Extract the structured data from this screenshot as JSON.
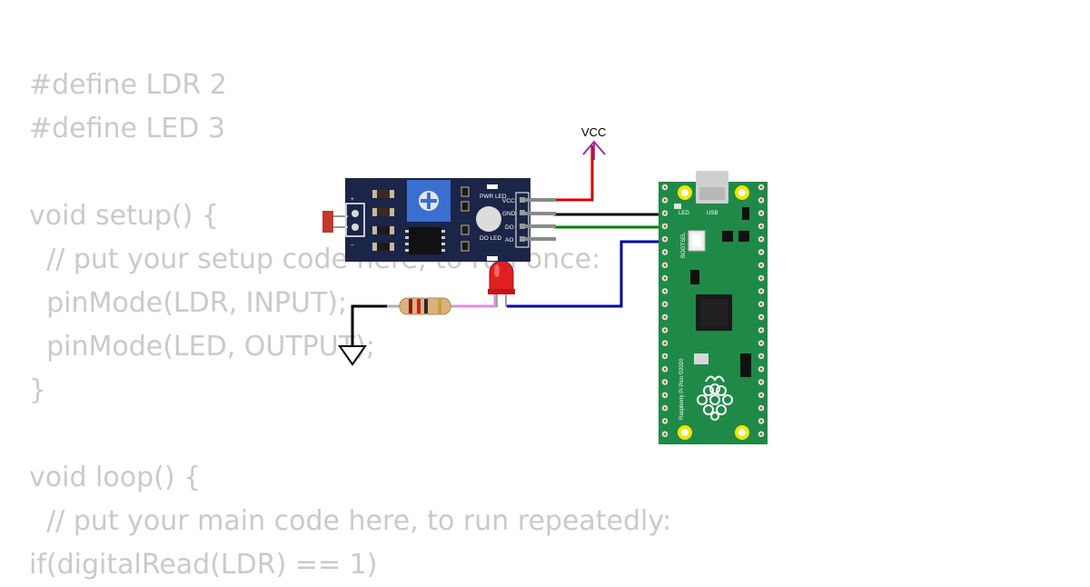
{
  "code_lines": [
    "#define LDR 2",
    "#define LED 3",
    "",
    "void setup() {",
    "  // put your setup code here, to run once:",
    "  pinMode(LDR, INPUT);",
    "  pinMode(LED, OUTPUT);",
    "}",
    "",
    "void loop() {",
    "  // put your main code here, to run repeatedly:",
    "if(digitalRead(LDR) == 1)"
  ],
  "labels": {
    "vcc": "VCC",
    "ldr_plus": "+",
    "ldr_minus": "−",
    "pwr_led": "PWR LED",
    "do_led": "DO LED",
    "pin_vcc": "VCC",
    "pin_gnd": "GND",
    "pin_do": "DO",
    "pin_ao": "AO",
    "pico_led": "LED",
    "pico_usb": "USB",
    "pico_bootsel": "BOOTSEL",
    "pico_name": "Raspberry Pi Pico ©2020"
  },
  "colors": {
    "code_text": "#cacaca",
    "wire_vcc": "#d40000",
    "wire_gnd": "#000000",
    "wire_do": "#008000",
    "wire_led": "#0000a0",
    "wire_resistor": "#e090e0",
    "vcc_arrow": "#9b2fae",
    "sensor_board": "#1b2547",
    "pico_board": "#1f8a48",
    "led_red": "#e02020"
  },
  "icons": {
    "gnd": "ground-symbol-icon",
    "vcc": "vcc-arrow-icon",
    "raspberry": "raspberry-logo-icon"
  }
}
